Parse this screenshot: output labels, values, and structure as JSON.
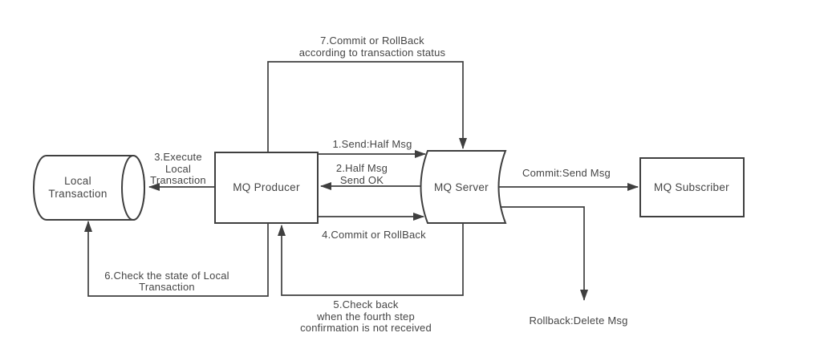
{
  "diagram": {
    "type": "flowchart",
    "nodes": {
      "local_transaction": {
        "lines": [
          "Local",
          "Transaction"
        ],
        "shape": "cylinder"
      },
      "mq_producer": {
        "label": "MQ Producer",
        "shape": "rectangle"
      },
      "mq_server": {
        "label": "MQ Server",
        "shape": "stored-data"
      },
      "mq_subscriber": {
        "label": "MQ Subscriber",
        "shape": "rectangle"
      }
    },
    "edges": {
      "e1": {
        "label": "1.Send:Half Msg",
        "from": "mq_producer",
        "to": "mq_server"
      },
      "e2": {
        "lines": [
          "2.Half Msg",
          "Send OK"
        ],
        "from": "mq_server",
        "to": "mq_producer"
      },
      "e3": {
        "lines": [
          "3.Execute",
          "Local",
          "Transaction"
        ],
        "from": "mq_producer",
        "to": "local_transaction"
      },
      "e4": {
        "label": "4.Commit or RollBack",
        "from": "mq_producer",
        "to": "mq_server"
      },
      "e5": {
        "lines": [
          "5.Check back",
          "when the fourth step",
          "confirmation is not received"
        ],
        "from": "mq_server",
        "to": "mq_producer"
      },
      "e6": {
        "lines": [
          "6.Check the state of Local",
          "Transaction"
        ],
        "from": "mq_producer",
        "to": "local_transaction"
      },
      "e7": {
        "lines": [
          "7.Commit or RollBack",
          "according to transaction status"
        ],
        "from": "mq_producer",
        "to": "mq_server"
      },
      "commit": {
        "label": "Commit:Send Msg",
        "from": "mq_server",
        "to": "mq_subscriber"
      },
      "rollback": {
        "label": "Rollback:Delete Msg",
        "from": "mq_server",
        "to": ""
      }
    },
    "colors": {
      "line": "#3f3f3f",
      "text": "#454545",
      "background": "#ffffff"
    }
  }
}
